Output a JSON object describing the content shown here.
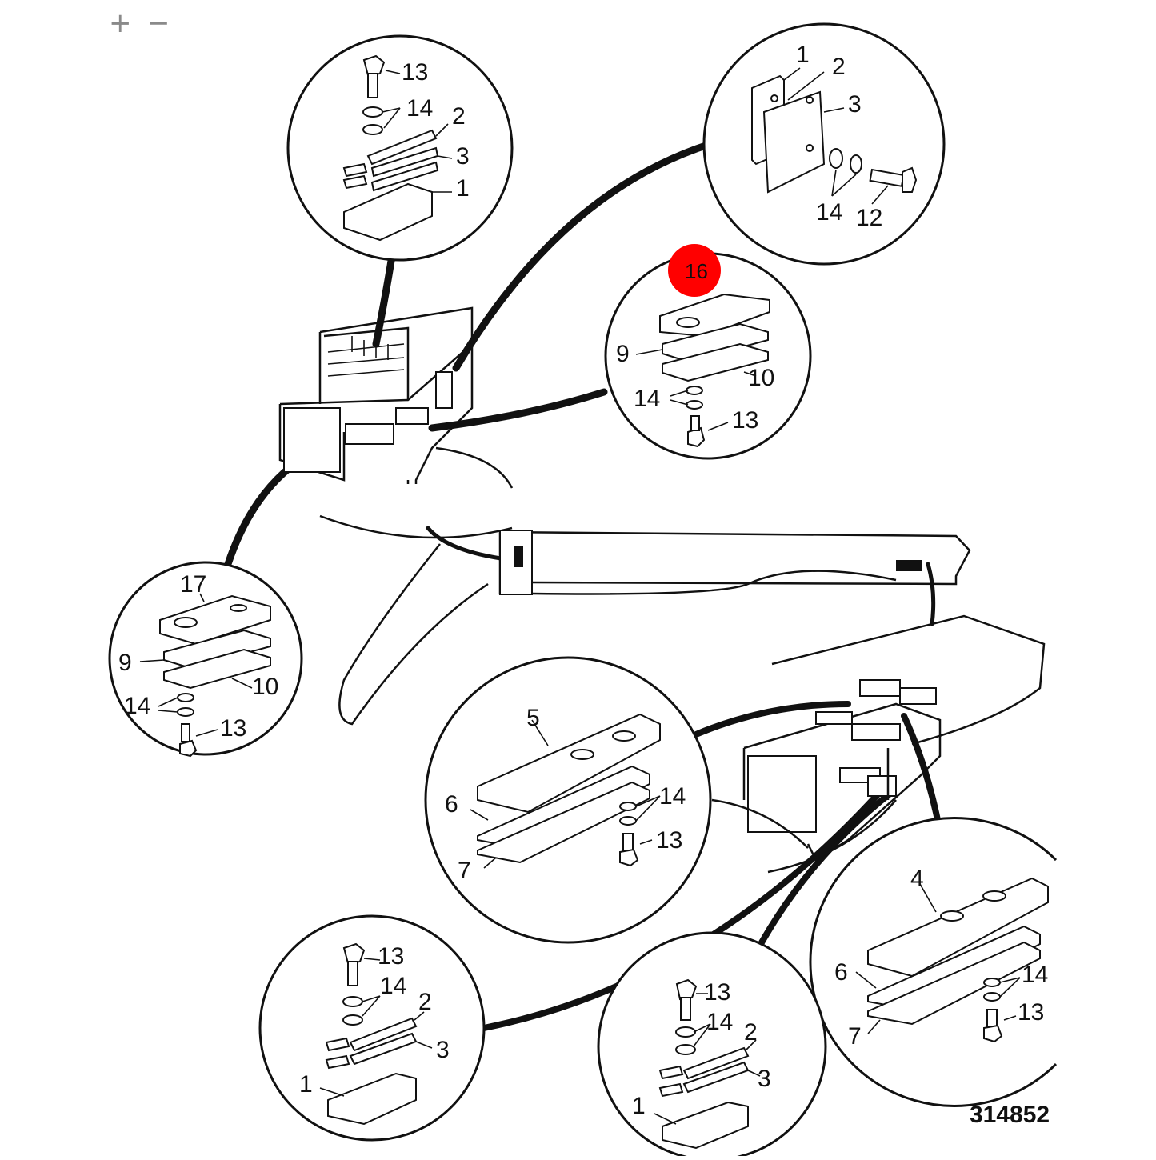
{
  "toolbar": {
    "zoom_in": "+",
    "zoom_out": "−"
  },
  "diagram": {
    "part_number": "314852",
    "highlight": {
      "label": "16",
      "color": "#ff0000"
    },
    "callouts": {
      "top_left": {
        "c1": "13",
        "c2": "14",
        "c3": "2",
        "c4": "3",
        "c5": "1"
      },
      "top_right": {
        "c1": "1",
        "c2": "2",
        "c3": "3",
        "c4": "14",
        "c5": "12"
      },
      "mid_right": {
        "c1": "9",
        "c2": "10",
        "c3": "14",
        "c4": "13"
      },
      "left": {
        "c0": "17",
        "c1": "9",
        "c2": "10",
        "c3": "14",
        "c4": "13"
      },
      "center": {
        "c1": "5",
        "c2": "6",
        "c3": "14",
        "c4": "13",
        "c5": "7"
      },
      "bottom_right": {
        "c1": "4",
        "c2": "6",
        "c3": "14",
        "c4": "13",
        "c5": "7"
      },
      "bottom_left": {
        "c1": "13",
        "c2": "14",
        "c3": "2",
        "c4": "3",
        "c5": "1"
      },
      "bottom_mid": {
        "c1": "13",
        "c2": "14",
        "c3": "2",
        "c4": "3",
        "c5": "1"
      }
    }
  }
}
